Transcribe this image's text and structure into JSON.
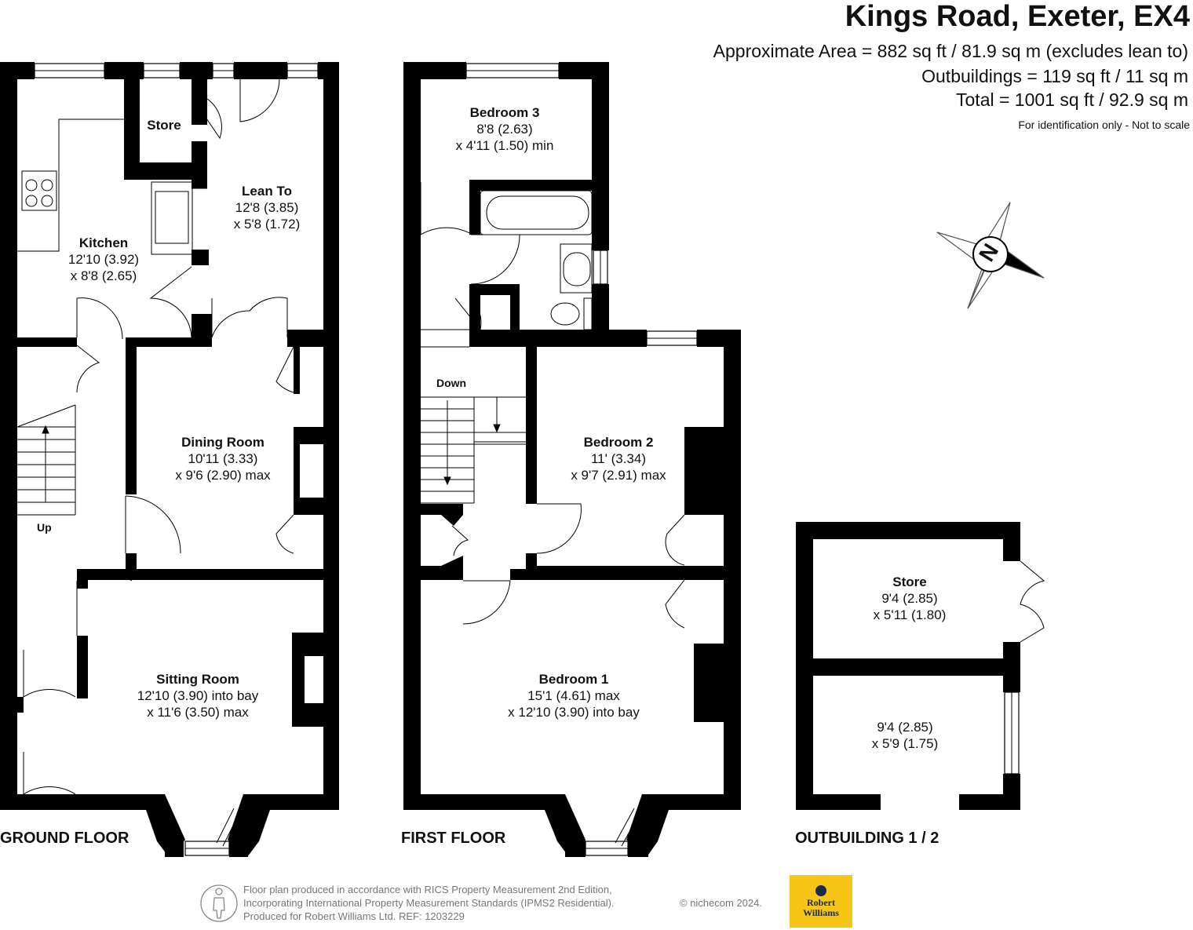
{
  "header": {
    "title": "Kings Road, Exeter, EX4",
    "approx_area": "Approximate Area = 882 sq ft / 81.9 sq m (excludes lean to)",
    "outbuildings": "Outbuildings = 119 sq ft / 11 sq m",
    "total": "Total = 1001 sq ft / 92.9 sq m",
    "note": "For identification only - Not to scale"
  },
  "floors": {
    "ground": "GROUND FLOOR",
    "first": "FIRST FLOOR",
    "outbuilding": "OUTBUILDING 1 / 2"
  },
  "rooms": {
    "kitchen": {
      "name": "Kitchen",
      "dim1": "12'10 (3.92)",
      "dim2": "x 8'8 (2.65)"
    },
    "store_gf": {
      "name": "Store"
    },
    "lean_to": {
      "name": "Lean To",
      "dim1": "12'8 (3.85)",
      "dim2": "x 5'8 (1.72)"
    },
    "dining": {
      "name": "Dining Room",
      "dim1": "10'11 (3.33)",
      "dim2": "x 9'6 (2.90) max"
    },
    "sitting": {
      "name": "Sitting Room",
      "dim1": "12'10 (3.90) into bay",
      "dim2": "x 11'6 (3.50) max"
    },
    "bedroom3": {
      "name": "Bedroom 3",
      "dim1": "8'8 (2.63)",
      "dim2": "x 4'11 (1.50) min"
    },
    "bedroom2": {
      "name": "Bedroom 2",
      "dim1": "11' (3.34)",
      "dim2": "x 9'7 (2.91) max"
    },
    "bedroom1": {
      "name": "Bedroom 1",
      "dim1": "15'1 (4.61) max",
      "dim2": "x 12'10 (3.90)  into bay"
    },
    "store_out": {
      "name": "Store",
      "dim1": "9'4 (2.85)",
      "dim2": "x 5'11 (1.80)"
    },
    "outbuilding2": {
      "dim1": "9'4 (2.85)",
      "dim2": "x 5'9 (1.75)"
    }
  },
  "stairs": {
    "up": "Up",
    "down": "Down"
  },
  "compass": {
    "label": "N",
    "icon": "compass-icon"
  },
  "footer": {
    "line1": "Floor plan produced in accordance with RICS Property Measurement 2nd Edition,",
    "line2": "Incorporating International Property Measurement Standards (IPMS2 Residential).",
    "line3": "Produced for Robert Williams Ltd.   REF:  1203229",
    "copyright": "© nichecom 2024.",
    "logo_line1": "Robert",
    "logo_line2": "Williams"
  },
  "colors": {
    "wall": "#000000",
    "logo_bg": "#f7c516",
    "logo_text": "#1a2a4a",
    "footer_text": "#777777"
  }
}
